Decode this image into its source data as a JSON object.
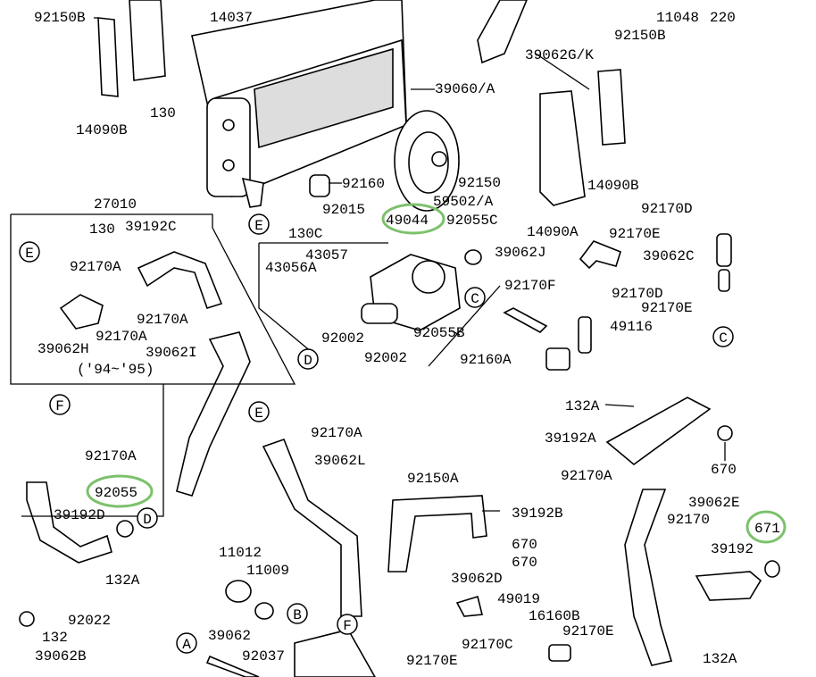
{
  "labels": {
    "l92150b_a": "92150B",
    "l14037": "14037",
    "l11048": "11048",
    "l220": "220",
    "l39062gk": "39062G/K",
    "l92150b_b": "92150B",
    "l39060a": "39060/A",
    "l14090b_a": "14090B",
    "l130_a": "130",
    "l92150": "92150",
    "l14090b_b": "14090B",
    "l27010": "27010",
    "l92160": "92160",
    "l59502a": "59502/A",
    "l92015": "92015",
    "l92170d_a": "92170D",
    "l130_b": "130",
    "l39192c": "39192C",
    "l130c": "130C",
    "l49044": "49044",
    "l92055c": "92055C",
    "l14090a": "14090A",
    "l92170e_a": "92170E",
    "l92170a_a": "92170A",
    "l43057": "43057",
    "l39062j": "39062J",
    "l39062c": "39062C",
    "l43056a": "43056A",
    "l92170f": "92170F",
    "l92170d_b": "92170D",
    "l39062h": "39062H",
    "l92170a_b": "92170A",
    "l92170a_c": "92170A",
    "l92170e_b": "92170E",
    "l390621": "39062I",
    "l92002_a": "92002",
    "l92055b": "92055B",
    "l49116": "49116",
    "l9495": "('94~'95)",
    "l92002_b": "92002",
    "l92160a": "92160A",
    "l132a_a": "132A",
    "l92170a_d": "92170A",
    "l92170a_e": "92170A",
    "l39192a": "39192A",
    "l39062l": "39062L",
    "l670_a": "670",
    "l92170a_f": "92170A",
    "l92150a": "92150A",
    "l92055": "92055",
    "l39062e": "39062E",
    "l39192d": "39192D",
    "l39192b": "39192B",
    "l92170": "92170",
    "l671": "671",
    "l670_b": "670",
    "l11012": "11012",
    "l39192": "39192",
    "l670_c": "670",
    "l11009": "11009",
    "l132a_b": "132A",
    "l39062d": "39062D",
    "l49019": "49019",
    "l92022": "92022",
    "l16160b": "16160B",
    "l132": "132",
    "l39062": "39062",
    "l92170c": "92170C",
    "l92170e_c": "92170E",
    "l92037": "92037",
    "l39062b": "39062B",
    "l92170e_d": "92170E",
    "l132a_c": "132A"
  },
  "callouts": {
    "E1": "E",
    "C1": "C",
    "D1": "D",
    "C2": "C",
    "E2": "E",
    "F1": "F",
    "D2": "D",
    "E3": "E",
    "F2": "F",
    "B1": "B",
    "A1": "A"
  },
  "highlight_color": "#7cc16b"
}
